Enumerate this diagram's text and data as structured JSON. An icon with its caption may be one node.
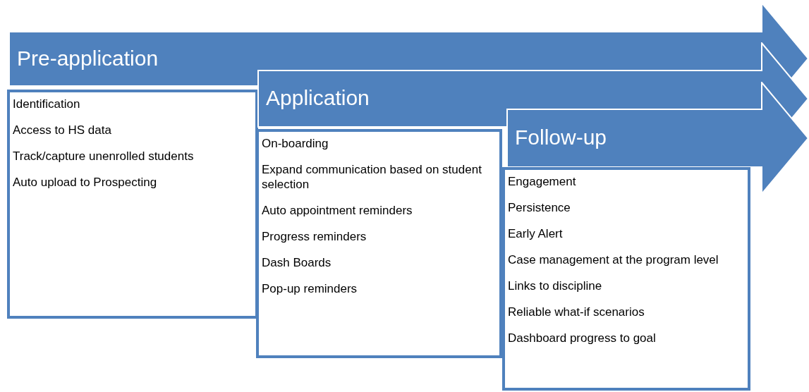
{
  "diagram": {
    "nodes": [
      {
        "text": [
          "Pre-application"
        ]
      },
      {
        "text": [
          "Identification",
          "Access to HS data",
          "Track/capture unenrolled students",
          "Auto upload to Prospecting"
        ]
      },
      {
        "text": [
          "Application"
        ]
      },
      {
        "text": [
          "On-boarding",
          "Expand communication based on student selection",
          "Auto appointment reminders",
          "Progress reminders",
          "Dash Boards",
          "Pop-up reminders"
        ]
      },
      {
        "text": [
          "Follow-up"
        ]
      },
      {
        "text": [
          "Engagement",
          "Persistence",
          "Early Alert",
          "Case management at the program level",
          "Links to discipline",
          "Reliable what-if scenarios",
          "Dashboard progress to goal"
        ]
      }
    ]
  }
}
